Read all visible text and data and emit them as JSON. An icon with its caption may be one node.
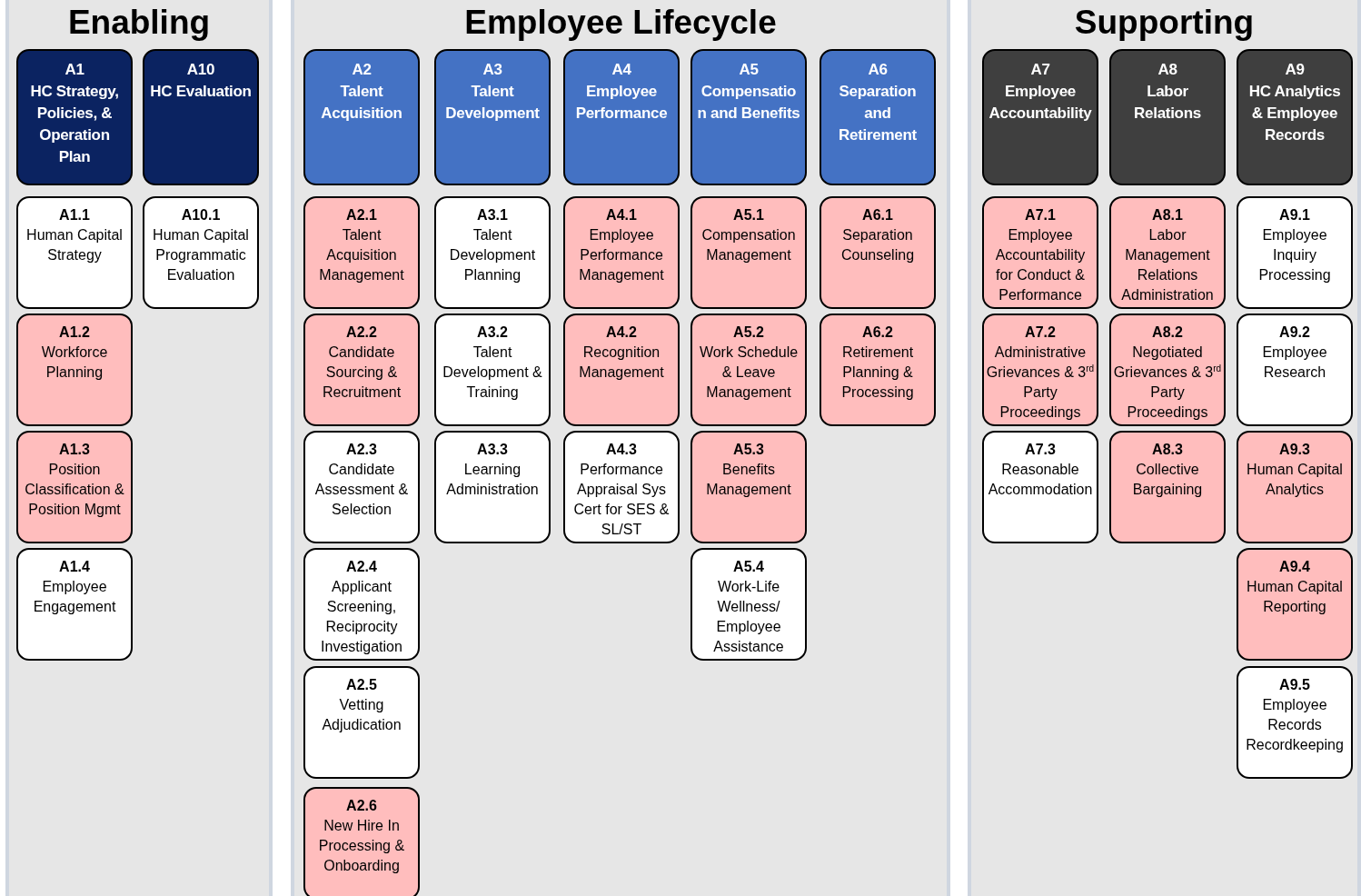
{
  "diagram": {
    "nodes": [
      {
        "text": [
          "Enabling"
        ]
      },
      {
        "text": [
          "A1",
          "HC Strategy, Policies, & Operation Plan"
        ],
        "in": 0
      },
      {
        "text": [
          "A10",
          "HC Evaluation"
        ],
        "in": 0
      },
      {
        "text": [
          "A1.1",
          "Human Capital Strategy"
        ],
        "in": 0
      },
      {
        "text": [
          "A1.2",
          "Workforce Planning"
        ],
        "in": 0
      },
      {
        "text": [
          "A1.3",
          "Position Classification & Position Mgmt"
        ],
        "in": 0
      },
      {
        "text": [
          "A1.4",
          "Employee Engagement"
        ],
        "in": 0
      },
      {
        "text": [
          "A10.1",
          "Human Capital Programmatic Evaluation"
        ],
        "in": 0
      },
      {
        "text": [
          "Employee Lifecycle"
        ]
      },
      {
        "text": [
          "A2",
          "Talent Acquisition"
        ],
        "in": 8
      },
      {
        "text": [
          "A3",
          "Talent Development"
        ],
        "in": 8
      },
      {
        "text": [
          "A4",
          "Employee Performance"
        ],
        "in": 8
      },
      {
        "text": [
          "A5",
          "Compensation and Benefits"
        ],
        "in": 8
      },
      {
        "text": [
          "A6",
          "Separation and Retirement"
        ],
        "in": 8
      },
      {
        "text": [
          "A2.1",
          "Talent Acquisition Management"
        ],
        "in": 8
      },
      {
        "text": [
          "A2.2",
          "Candidate Sourcing & Recruitment"
        ],
        "in": 8
      },
      {
        "text": [
          "A2.3",
          "Candidate Assessment & Selection"
        ],
        "in": 8
      },
      {
        "text": [
          "A2.4",
          "Applicant Screening, Reciprocity Investigation"
        ],
        "in": 8
      },
      {
        "text": [
          "A2.5",
          "Vetting Adjudication"
        ],
        "in": 8
      },
      {
        "text": [
          "A2.6",
          "New Hire In Processing & Onboarding"
        ],
        "in": 8
      },
      {
        "text": [
          "A3.1",
          "Talent Development Planning"
        ],
        "in": 8
      },
      {
        "text": [
          "A3.2",
          "Talent Development & Training"
        ],
        "in": 8
      },
      {
        "text": [
          "A3.3",
          "Learning Administration"
        ],
        "in": 8
      },
      {
        "text": [
          "A4.1",
          "Employee Performance Management"
        ],
        "in": 8
      },
      {
        "text": [
          "A4.2",
          "Recognition Management"
        ],
        "in": 8
      },
      {
        "text": [
          "A4.3",
          "Performance Appraisal Sys Cert for SES & SL/ST"
        ],
        "in": 8
      },
      {
        "text": [
          "A5.1",
          "Compensation Management"
        ],
        "in": 8
      },
      {
        "text": [
          "A5.2",
          "Work Schedule & Leave Management"
        ],
        "in": 8
      },
      {
        "text": [
          "A5.3",
          "Benefits Management"
        ],
        "in": 8
      },
      {
        "text": [
          "A5.4",
          "Work-Life Wellness/ Employee Assistance"
        ],
        "in": 8
      },
      {
        "text": [
          "A6.1",
          "Separation Counseling"
        ],
        "in": 8
      },
      {
        "text": [
          "A6.2",
          "Retirement Planning & Processing"
        ],
        "in": 8
      },
      {
        "text": [
          "Supporting"
        ]
      },
      {
        "text": [
          "A7",
          "Employee Accountability"
        ],
        "in": 32
      },
      {
        "text": [
          "A8",
          "Labor Relations"
        ],
        "in": 32
      },
      {
        "text": [
          "A9",
          "HC Analytics & Employee Records"
        ],
        "in": 32
      },
      {
        "text": [
          "A7.1",
          "Employee Accountability for Conduct & Performance"
        ],
        "in": 32
      },
      {
        "text": [
          "A7.2",
          "Administrative Grievances & 3$^{rd}$ Party Proceedings"
        ],
        "in": 32
      },
      {
        "text": [
          "A7.3",
          "Reasonable Accommodation"
        ],
        "in": 32
      },
      {
        "text": [
          "A8.1",
          "Labor Management Relations Administration"
        ],
        "in": 32
      },
      {
        "text": [
          "A8.2",
          "Negotiated Grievances & 3$^{rd}$ Party Proceedings"
        ],
        "in": 32
      },
      {
        "text": [
          "A8.3",
          "Collective Bargaining"
        ],
        "in": 32
      },
      {
        "text": [
          "A9.1",
          "Employee Inquiry Processing"
        ],
        "in": 32
      },
      {
        "text": [
          "A9.2",
          "Employee Research"
        ],
        "in": 32
      },
      {
        "text": [
          "A9.3",
          "Human Capital Analytics"
        ],
        "in": 32
      },
      {
        "text": [
          "A9.4",
          "Human Capital Reporting"
        ],
        "in": 32
      },
      {
        "text": [
          "A9.5",
          "Employee Records Recordkeeping"
        ],
        "in": 32
      }
    ]
  }
}
